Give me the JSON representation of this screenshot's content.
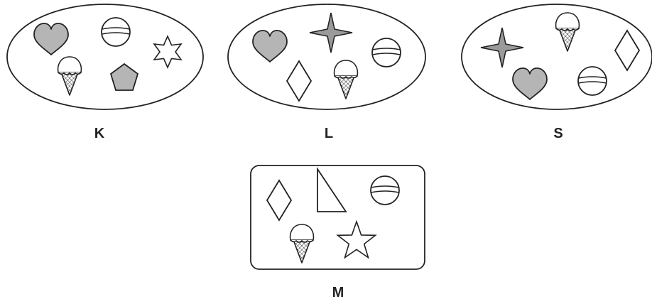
{
  "groups": [
    {
      "label": "K",
      "shape": "ellipse",
      "items": [
        "heart-icon",
        "striped-ball-icon",
        "six-point-star-icon",
        "ice-cream-cone-icon",
        "pentagon-icon"
      ]
    },
    {
      "label": "L",
      "shape": "ellipse",
      "items": [
        "heart-icon",
        "four-point-star-icon",
        "striped-ball-icon",
        "diamond-icon",
        "ice-cream-cone-icon"
      ]
    },
    {
      "label": "S",
      "shape": "ellipse",
      "items": [
        "four-point-star-icon",
        "ice-cream-cone-icon",
        "diamond-icon",
        "heart-icon",
        "striped-ball-icon"
      ]
    },
    {
      "label": "M",
      "shape": "rounded-rectangle",
      "items": [
        "diamond-icon",
        "right-triangle-icon",
        "striped-ball-icon",
        "ice-cream-cone-icon",
        "five-point-star-icon"
      ]
    }
  ],
  "colors": {
    "stroke": "#222222",
    "gray_fill": "#b5b5b5",
    "background": "#ffffff"
  }
}
